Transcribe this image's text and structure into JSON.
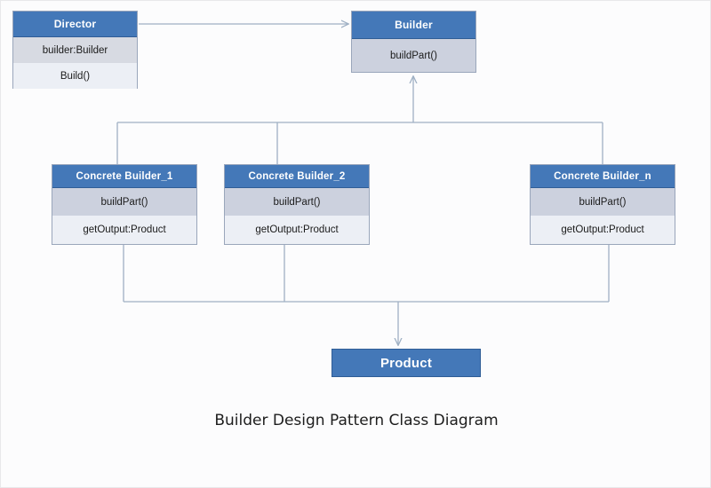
{
  "diagram": {
    "caption": "Builder Design Pattern Class Diagram",
    "colors": {
      "header_fill": "#4478b8",
      "header_stroke": "#2f5d96",
      "attribute_row_fill": "#d7dae2",
      "operation_row_fill": "#eceff5",
      "operation_row_alt_fill": "#ccd1de",
      "class_border": "#9aa6bb",
      "connector": "#9fb0c4",
      "canvas_background": "#fcfcfd",
      "header_text": "#ffffff",
      "body_text": "#1b1b1b"
    },
    "classes": {
      "director": {
        "name": "Director",
        "attributes": [
          "builder:Builder"
        ],
        "operations": [
          "Build()"
        ]
      },
      "builder": {
        "name": "Builder",
        "attributes": [],
        "operations": [
          "buildPart()"
        ]
      },
      "concrete_builder_1": {
        "name": "Concrete Builder_1",
        "attributes": [
          "buildPart()"
        ],
        "operations": [
          "getOutput:Product"
        ]
      },
      "concrete_builder_2": {
        "name": "Concrete Builder_2",
        "attributes": [
          "buildPart()"
        ],
        "operations": [
          "getOutput:Product"
        ]
      },
      "concrete_builder_n": {
        "name": "Concrete Builder_n",
        "attributes": [
          "buildPart()"
        ],
        "operations": [
          "getOutput:Product"
        ]
      },
      "product": {
        "name": "Product",
        "attributes": [],
        "operations": []
      }
    },
    "relationships": [
      {
        "id": "director-uses-builder",
        "from": "Director",
        "to": "Builder",
        "type": "association",
        "arrow": "open"
      },
      {
        "id": "concrete-builders-inherit-builder",
        "from": "Concrete Builder_1, Concrete Builder_2, Concrete Builder_n",
        "to": "Builder",
        "type": "generalization",
        "arrow": "open"
      },
      {
        "id": "concrete-builders-create-product",
        "from": "Concrete Builder_1, Concrete Builder_2, Concrete Builder_n",
        "to": "Product",
        "type": "dependency",
        "arrow": "open"
      }
    ]
  }
}
